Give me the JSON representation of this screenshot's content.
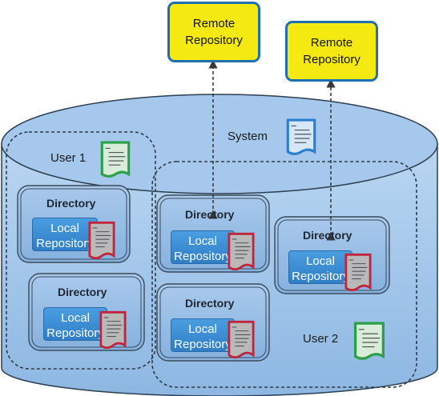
{
  "remotes": [
    {
      "line1": "Remote",
      "line2": "Repository"
    },
    {
      "line1": "Remote",
      "line2": "Repository"
    }
  ],
  "system_label": "System",
  "user1": {
    "label": "User 1",
    "directories": [
      {
        "label": "Directory",
        "repo_line1": "Local",
        "repo_line2": "Repository"
      },
      {
        "label": "Directory",
        "repo_line1": "Local",
        "repo_line2": "Repository"
      }
    ]
  },
  "user2": {
    "label": "User 2",
    "directories": [
      {
        "label": "Directory",
        "repo_line1": "Local",
        "repo_line2": "Repository"
      },
      {
        "label": "Directory",
        "repo_line1": "Local",
        "repo_line2": "Repository"
      },
      {
        "label": "Directory",
        "repo_line1": "Local",
        "repo_line2": "Repository"
      }
    ]
  },
  "colors": {
    "remote_fill": "#f4ea12",
    "remote_border": "#1f6fb0",
    "cylinder_fill": "#9ec4ea",
    "doc_system": "#2a7fd0",
    "doc_user": "#2aa146",
    "doc_repo": "#c0253a"
  },
  "icons": {
    "config_doc": "config-document-icon"
  }
}
